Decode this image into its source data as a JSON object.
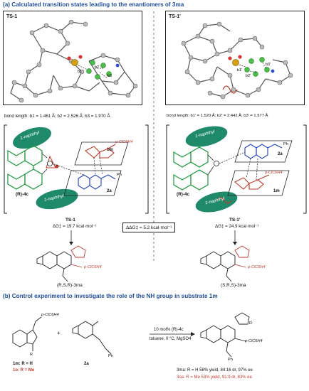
{
  "panel_a": {
    "title": "(a) Calculated transition states leading to the enantiomers of 3ma",
    "ts1_label": "TS-1",
    "ts1p_label": "TS-1'",
    "bond_length_left": "bond length: b1 = 1.461 Å; b2 = 2.526 Å; b3 = 1.970 Å",
    "bond_length_right": "bond length: b1' = 1.520 Å; b2' = 2.442 Å; b3' = 1.977 Å",
    "struct_labels": {
      "b1": "b1",
      "b2": "b2",
      "b3": "b3",
      "b1p": "b1'",
      "b2p": "b2'",
      "b3p": "b3'"
    },
    "catalyst_label": "(R)-4c",
    "naphthyl": "1-naphthyl",
    "substrate_1m": "1m",
    "substrate_2a": "2a",
    "ph": "Ph",
    "pcl": "p-ClC6H4",
    "ts1_energy_name": "TS-1",
    "ts1_energy": "ΔG‡ = 19.7 kcal·mol⁻¹",
    "ts1p_energy_name": "TS-1'",
    "ts1p_energy": "ΔG‡ = 24.9 kcal·mol⁻¹",
    "ddg": "ΔΔG‡ = 5.2 kcal·mol⁻¹",
    "product_left": "(R,S,R)-3ma",
    "product_right": "(S,R,S)-3ma"
  },
  "panel_b": {
    "title": "(b) Control experiment to investigate the role of the NH group in substrate 1m",
    "reagent_1": "p-ClC6H4",
    "label_1m": "1m: R = H",
    "label_1o": "1o: R = Me",
    "label_2a": "2a",
    "plus": "+",
    "conditions_top": "10 mol% (R)-4c",
    "conditions_bottom": "toluene, 0 °C, MgSO4",
    "result_3ma": "3ma: R = H   58% yield, 84:16 dr, 97% ee",
    "result_3oa": "3oa: R = Me  53% yield, 91:9 dr, 83% ee",
    "r_label": "R",
    "ph": "Ph"
  },
  "colors": {
    "title_blue": "#1f4e9c",
    "naphthyl_green": "#1e8a6a",
    "catalyst_green": "#1a9a3a",
    "substrate_red": "#b03030",
    "substrate_blue": "#1f3fbf"
  }
}
